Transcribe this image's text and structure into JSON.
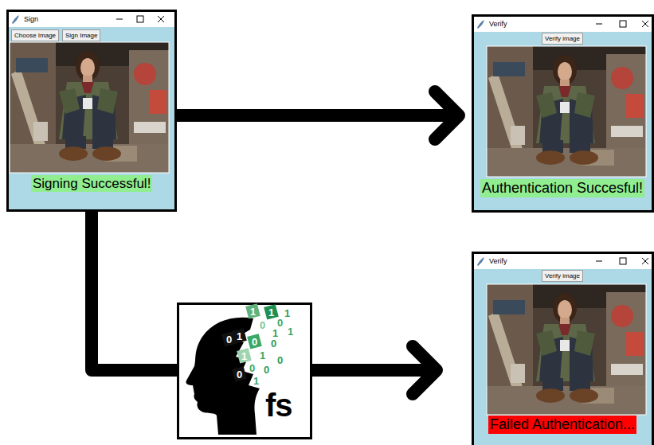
{
  "diagram": {
    "nodes": [
      {
        "text": [
          "Sign"
        ]
      },
      {
        "text": [
          "Choose Image"
        ],
        "in": 0
      },
      {
        "text": [
          "Sign Image"
        ],
        "in": 0
      },
      {
        "text": [
          "Signing Successful!"
        ],
        "in": 0
      },
      {
        "text": [
          "Verify"
        ]
      },
      {
        "text": [
          "Verify image"
        ],
        "in": 4
      },
      {
        "text": [
          "Authentication Succesful!"
        ],
        "in": 4
      },
      {
        "text": [
          "fs"
        ]
      },
      {
        "text": [
          "Verify"
        ]
      },
      {
        "text": [
          "Verify image"
        ],
        "in": 8
      },
      {
        "text": [
          "Failed Authentication..."
        ],
        "in": 8
      }
    ],
    "edges": [
      {
        "from": 0,
        "to": 4,
        "arrow": "to"
      },
      {
        "from": 0,
        "to": 7,
        "arrow": "none"
      },
      {
        "from": 7,
        "to": 8,
        "arrow": "to"
      }
    ],
    "labels": [
      "1",
      "1",
      "1",
      "0",
      "1",
      "0",
      "1",
      "0",
      "1",
      "0",
      "0",
      "1",
      "1",
      "0",
      "0",
      "0",
      "0",
      "1"
    ]
  }
}
